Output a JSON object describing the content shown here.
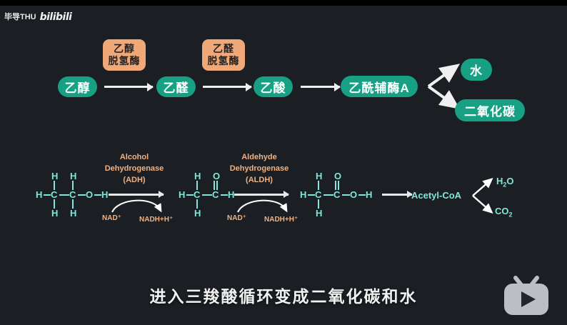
{
  "watermark": {
    "uploader": "毕导THU",
    "platform": "bilibili"
  },
  "top_flow": {
    "nodes": [
      {
        "id": "ethanol",
        "label": "乙醇"
      },
      {
        "id": "acetaldehyde",
        "label": "乙醛"
      },
      {
        "id": "acetic-acid",
        "label": "乙酸"
      },
      {
        "id": "acetyl-coa",
        "label": "乙酰辅酶A"
      },
      {
        "id": "water",
        "label": "水"
      },
      {
        "id": "carbon-dioxide",
        "label": "二氧化碳"
      }
    ],
    "enzymes": [
      {
        "id": "adh",
        "line1": "乙醇",
        "line2": "脱氢酶"
      },
      {
        "id": "aldh",
        "line1": "乙醛",
        "line2": "脱氢酶"
      }
    ]
  },
  "bottom_flow": {
    "molecules": [
      {
        "id": "ethanol",
        "atoms": {
          "left_h": "H",
          "c1": "C",
          "c2": "C",
          "o": "O",
          "right_h": "H",
          "h_top_1": "H",
          "h_top_2": "H",
          "h_bot_1": "H",
          "h_bot_2": "H"
        }
      },
      {
        "id": "acetaldehyde",
        "atoms": {
          "left_h": "H",
          "c1": "C",
          "c2": "C",
          "o": "O",
          "right_h": "H",
          "h_top_1": "H",
          "h_bot_1": "H"
        }
      },
      {
        "id": "acetic-acid",
        "atoms": {
          "left_h": "H",
          "c1": "C",
          "c2": "C",
          "o_top": "O",
          "o": "O",
          "right_h": "H",
          "h_top_1": "H",
          "h_bot_1": "H"
        }
      }
    ],
    "enzymes": [
      {
        "id": "adh",
        "line1": "Alcohol",
        "line2": "Dehydrogenase",
        "line3": "(ADH)",
        "substrate": "NAD⁺",
        "product": "NADH+H⁺"
      },
      {
        "id": "aldh",
        "line1": "Aldehyde",
        "line2": "Dehydrogenase",
        "line3": "(ALDH)",
        "substrate": "NAD⁺",
        "product": "NADH+H⁺"
      }
    ],
    "acetyl_coa": "Acetyl-CoA",
    "products": [
      {
        "id": "water",
        "formula": "H",
        "sub": "2",
        "tail": "O"
      },
      {
        "id": "carbon-dioxide",
        "formula": "CO",
        "sub": "2",
        "tail": ""
      }
    ]
  },
  "caption": "进入三羧酸循环变成二氧化碳和水",
  "colors": {
    "background": "#1b1f24",
    "pill_green": "#17a083",
    "enzyme_orange": "#f1a878",
    "molecule_teal": "#7fe8da",
    "label_orange": "#f0b183",
    "arrow_white": "#f0f0f0",
    "caption_white": "#f2f2f2"
  }
}
